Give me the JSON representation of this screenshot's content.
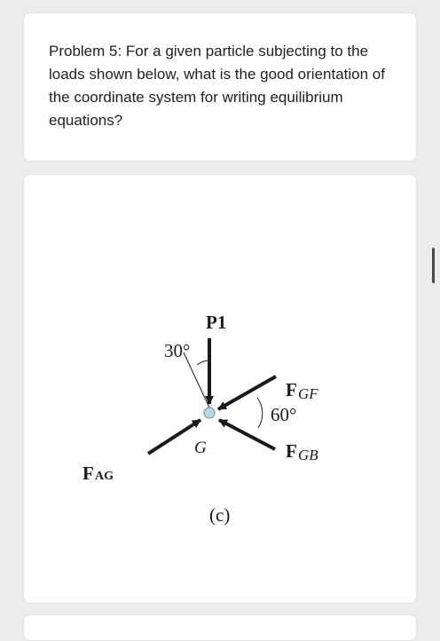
{
  "question": {
    "text": "Problem 5: For a given particle subjecting to the loads shown below, what is the good orientation of the coordinate system for writing equilibrium equations?"
  },
  "figure": {
    "labels": {
      "p1": "P1",
      "angle_30": "30°",
      "f_gf_main": "F",
      "f_gf_sub": "GF",
      "angle_60": "60°",
      "f_gb_main": "F",
      "f_gb_sub": "GB",
      "point_g": "G",
      "f_ag_main": "F",
      "f_ag_sub": "AG",
      "caption": "(c)"
    },
    "colors": {
      "ink": "#1a1a1a",
      "particle": "#b8d8e8"
    }
  }
}
